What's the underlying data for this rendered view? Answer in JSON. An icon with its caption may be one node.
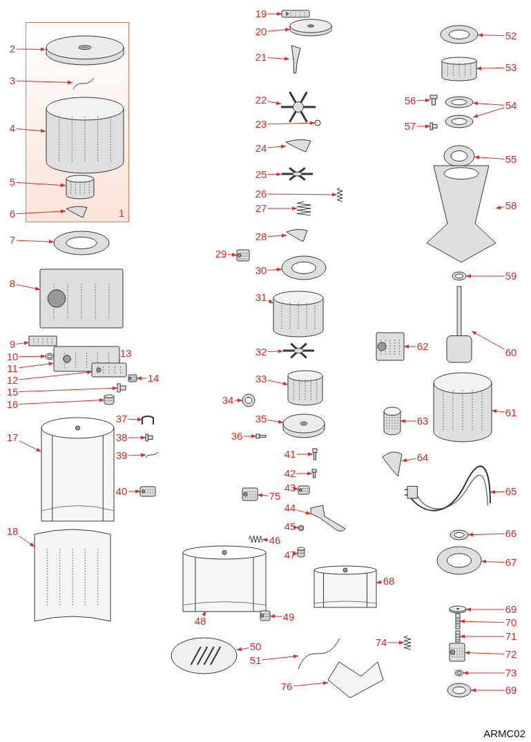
{
  "diagram": {
    "nodes": [
      {
        "text": [
          "1"
        ]
      },
      {
        "text": [
          "2"
        ]
      },
      {
        "text": [],
        "shape": "picture",
        "in": 0
      },
      {
        "text": [
          "3"
        ]
      },
      {
        "text": [],
        "shape": "picture",
        "in": 0
      },
      {
        "text": [
          "4"
        ]
      },
      {
        "text": [],
        "shape": "picture",
        "in": 0
      },
      {
        "text": [
          "5"
        ]
      },
      {
        "text": [],
        "shape": "picture",
        "in": 0
      },
      {
        "text": [
          "6"
        ]
      },
      {
        "text": [],
        "shape": "picture",
        "in": 0
      },
      {
        "text": [
          "7"
        ]
      },
      {
        "text": [],
        "shape": "picture"
      },
      {
        "text": [
          "8"
        ]
      },
      {
        "text": [],
        "shape": "picture"
      },
      {
        "text": [
          "9"
        ]
      },
      {
        "text": [],
        "shape": "picture"
      },
      {
        "text": [
          "10"
        ]
      },
      {
        "text": [],
        "shape": "picture"
      },
      {
        "text": [
          "11"
        ]
      },
      {
        "text": [],
        "shape": "picture"
      },
      {
        "text": [
          "12"
        ]
      },
      {
        "text": [],
        "shape": "picture"
      },
      {
        "text": [
          "13"
        ]
      },
      {
        "text": [
          "14"
        ]
      },
      {
        "text": [],
        "shape": "picture"
      },
      {
        "text": [
          "15"
        ]
      },
      {
        "text": [],
        "shape": "picture"
      },
      {
        "text": [
          "16"
        ]
      },
      {
        "text": [],
        "shape": "picture"
      },
      {
        "text": [
          "17"
        ]
      },
      {
        "text": [],
        "shape": "picture"
      },
      {
        "text": [
          "18"
        ]
      },
      {
        "text": [],
        "shape": "picture"
      },
      {
        "text": [
          "37"
        ]
      },
      {
        "text": [],
        "shape": "picture"
      },
      {
        "text": [
          "38"
        ]
      },
      {
        "text": [],
        "shape": "picture"
      },
      {
        "text": [
          "39"
        ]
      },
      {
        "text": [],
        "shape": "picture"
      },
      {
        "text": [
          "40"
        ]
      },
      {
        "text": [],
        "shape": "picture"
      },
      {
        "text": [
          "19"
        ]
      },
      {
        "text": [],
        "shape": "picture"
      },
      {
        "text": [
          "20"
        ]
      },
      {
        "text": [],
        "shape": "picture"
      },
      {
        "text": [
          "21"
        ]
      },
      {
        "text": [],
        "shape": "picture"
      },
      {
        "text": [
          "22"
        ]
      },
      {
        "text": [],
        "shape": "picture"
      },
      {
        "text": [
          "23"
        ]
      },
      {
        "text": [],
        "shape": "circle"
      },
      {
        "text": [
          "24"
        ]
      },
      {
        "text": [],
        "shape": "picture"
      },
      {
        "text": [
          "25"
        ]
      },
      {
        "text": [],
        "shape": "picture"
      },
      {
        "text": [
          "26"
        ]
      },
      {
        "text": [],
        "shape": "picture"
      },
      {
        "text": [
          "27"
        ]
      },
      {
        "text": [],
        "shape": "picture"
      },
      {
        "text": [
          "28"
        ]
      },
      {
        "text": [],
        "shape": "picture"
      },
      {
        "text": [
          "29"
        ]
      },
      {
        "text": [],
        "shape": "picture"
      },
      {
        "text": [
          "30"
        ]
      },
      {
        "text": [],
        "shape": "picture"
      },
      {
        "text": [
          "31"
        ]
      },
      {
        "text": [],
        "shape": "picture"
      },
      {
        "text": [
          "32"
        ]
      },
      {
        "text": [],
        "shape": "picture"
      },
      {
        "text": [
          "33"
        ]
      },
      {
        "text": [],
        "shape": "picture"
      },
      {
        "text": [
          "34"
        ]
      },
      {
        "text": [],
        "shape": "picture"
      },
      {
        "text": [
          "35"
        ]
      },
      {
        "text": [],
        "shape": "picture"
      },
      {
        "text": [
          "36"
        ]
      },
      {
        "text": [],
        "shape": "picture"
      },
      {
        "text": [
          "41"
        ]
      },
      {
        "text": [],
        "shape": "picture"
      },
      {
        "text": [
          "42"
        ]
      },
      {
        "text": [],
        "shape": "picture"
      },
      {
        "text": [
          "43"
        ]
      },
      {
        "text": [],
        "shape": "picture"
      },
      {
        "text": [
          "75"
        ]
      },
      {
        "text": [],
        "shape": "picture"
      },
      {
        "text": [
          "44"
        ]
      },
      {
        "text": [],
        "shape": "picture"
      },
      {
        "text": [
          "45"
        ]
      },
      {
        "text": [],
        "shape": "picture"
      },
      {
        "text": [
          "46"
        ]
      },
      {
        "text": [],
        "shape": "picture"
      },
      {
        "text": [
          "47"
        ]
      },
      {
        "text": [],
        "shape": "picture"
      },
      {
        "text": [
          "48"
        ]
      },
      {
        "text": [],
        "shape": "picture"
      },
      {
        "text": [
          "49"
        ]
      },
      {
        "text": [],
        "shape": "picture"
      },
      {
        "text": [
          "50"
        ]
      },
      {
        "text": [],
        "shape": "picture"
      },
      {
        "text": [
          "51"
        ]
      },
      {
        "text": [],
        "shape": "picture"
      },
      {
        "text": [
          "76"
        ]
      },
      {
        "text": [],
        "shape": "picture"
      },
      {
        "text": [
          "68"
        ]
      },
      {
        "text": [],
        "shape": "picture"
      },
      {
        "text": [
          "74"
        ]
      },
      {
        "text": [],
        "shape": "picture"
      },
      {
        "text": [
          "52"
        ]
      },
      {
        "text": [],
        "shape": "picture"
      },
      {
        "text": [
          "53"
        ]
      },
      {
        "text": [],
        "shape": "picture"
      },
      {
        "text": [
          "56"
        ]
      },
      {
        "text": [],
        "shape": "picture"
      },
      {
        "text": [
          "54"
        ]
      },
      {
        "text": [],
        "shape": "picture"
      },
      {
        "text": [],
        "shape": "picture"
      },
      {
        "text": [
          "57"
        ]
      },
      {
        "text": [],
        "shape": "picture"
      },
      {
        "text": [
          "55"
        ]
      },
      {
        "text": [],
        "shape": "picture"
      },
      {
        "text": [
          "58"
        ]
      },
      {
        "text": [],
        "shape": "picture"
      },
      {
        "text": [
          "59"
        ]
      },
      {
        "text": [],
        "shape": "picture"
      },
      {
        "text": [
          "62"
        ]
      },
      {
        "text": [],
        "shape": "picture"
      },
      {
        "text": [
          "60"
        ]
      },
      {
        "text": [],
        "shape": "picture"
      },
      {
        "text": [
          "61"
        ]
      },
      {
        "text": [],
        "shape": "picture"
      },
      {
        "text": [
          "63"
        ]
      },
      {
        "text": [],
        "shape": "picture"
      },
      {
        "text": [
          "64"
        ]
      },
      {
        "text": [],
        "shape": "picture"
      },
      {
        "text": [
          "65"
        ]
      },
      {
        "text": [],
        "shape": "picture"
      },
      {
        "text": [
          "66"
        ]
      },
      {
        "text": [],
        "shape": "picture"
      },
      {
        "text": [
          "67"
        ]
      },
      {
        "text": [],
        "shape": "picture"
      },
      {
        "text": [
          "69"
        ]
      },
      {
        "text": [],
        "shape": "picture"
      },
      {
        "text": [
          "70"
        ]
      },
      {
        "text": [],
        "shape": "picture"
      },
      {
        "text": [
          "71"
        ]
      },
      {
        "text": [],
        "shape": "picture"
      },
      {
        "text": [
          "72"
        ]
      },
      {
        "text": [],
        "shape": "picture"
      },
      {
        "text": [
          "73"
        ]
      },
      {
        "text": [],
        "shape": "picture"
      },
      {
        "text": [
          "69"
        ]
      },
      {
        "text": [],
        "shape": "picture"
      }
    ],
    "edges": [
      {
        "from": 1,
        "to": 2,
        "arrow": "to"
      },
      {
        "from": 3,
        "to": 4,
        "arrow": "to"
      },
      {
        "from": 5,
        "to": 6,
        "arrow": "to"
      },
      {
        "from": 7,
        "to": 8,
        "arrow": "to"
      },
      {
        "from": 9,
        "to": 10,
        "arrow": "to"
      },
      {
        "from": 11,
        "to": 12,
        "arrow": "to"
      },
      {
        "from": 13,
        "to": 14,
        "arrow": "to"
      },
      {
        "from": 15,
        "to": 16,
        "arrow": "to"
      },
      {
        "from": 17,
        "to": 18,
        "arrow": "to"
      },
      {
        "from": 19,
        "to": 20,
        "arrow": "to"
      },
      {
        "from": 21,
        "to": 22,
        "arrow": "to"
      },
      {
        "from": 23,
        "to": 22,
        "arrow": "to"
      },
      {
        "from": 24,
        "to": 25,
        "arrow": "to"
      },
      {
        "from": 26,
        "to": 27,
        "arrow": "to"
      },
      {
        "from": 28,
        "to": 29,
        "arrow": "to"
      },
      {
        "from": 30,
        "to": 31,
        "arrow": "to"
      },
      {
        "from": 32,
        "to": 33,
        "arrow": "to"
      },
      {
        "from": 34,
        "to": 35,
        "arrow": "to"
      },
      {
        "from": 36,
        "to": 37,
        "arrow": "to"
      },
      {
        "from": 38,
        "to": 39,
        "arrow": "to"
      },
      {
        "from": 40,
        "to": 41,
        "arrow": "to"
      },
      {
        "from": 42,
        "to": 43,
        "arrow": "to"
      },
      {
        "from": 44,
        "to": 45,
        "arrow": "to"
      },
      {
        "from": 46,
        "to": 47,
        "arrow": "to"
      },
      {
        "from": 48,
        "to": 49,
        "arrow": "to"
      },
      {
        "from": 50,
        "to": 51,
        "arrow": "to"
      },
      {
        "from": 52,
        "to": 53,
        "arrow": "to"
      },
      {
        "from": 54,
        "to": 55,
        "arrow": "to"
      },
      {
        "from": 56,
        "to": 57,
        "arrow": "to"
      },
      {
        "from": 58,
        "to": 59,
        "arrow": "to"
      },
      {
        "from": 60,
        "to": 61,
        "arrow": "to"
      },
      {
        "from": 62,
        "to": 63,
        "arrow": "to"
      },
      {
        "from": 64,
        "to": 65,
        "arrow": "to"
      },
      {
        "from": 66,
        "to": 67,
        "arrow": "to"
      },
      {
        "from": 68,
        "to": 69,
        "arrow": "to"
      },
      {
        "from": 70,
        "to": 71,
        "arrow": "to"
      },
      {
        "from": 72,
        "to": 73,
        "arrow": "to"
      },
      {
        "from": 74,
        "to": 75,
        "arrow": "to"
      },
      {
        "from": 76,
        "to": 77,
        "arrow": "to"
      },
      {
        "from": 78,
        "to": 79,
        "arrow": "to"
      },
      {
        "from": 80,
        "to": 81,
        "arrow": "to"
      },
      {
        "from": 82,
        "to": 83,
        "arrow": "to"
      },
      {
        "from": 84,
        "to": 85,
        "arrow": "to"
      },
      {
        "from": 86,
        "to": 87,
        "arrow": "to"
      },
      {
        "from": 88,
        "to": 89,
        "arrow": "to"
      },
      {
        "from": 90,
        "to": 91,
        "arrow": "to"
      },
      {
        "from": 92,
        "to": 93,
        "arrow": "to"
      },
      {
        "from": 94,
        "to": 95,
        "arrow": "to"
      },
      {
        "from": 96,
        "to": 97,
        "arrow": "to"
      },
      {
        "from": 98,
        "to": 99,
        "arrow": "to"
      },
      {
        "from": 100,
        "to": 101,
        "arrow": "to"
      },
      {
        "from": 102,
        "to": 103,
        "arrow": "to"
      },
      {
        "from": 104,
        "to": 105,
        "arrow": "to"
      },
      {
        "from": 106,
        "to": 107,
        "arrow": "to"
      },
      {
        "from": 108,
        "to": 109,
        "arrow": "to"
      },
      {
        "from": 110,
        "to": 111,
        "arrow": "to"
      },
      {
        "from": 112,
        "to": 113,
        "arrow": "to"
      },
      {
        "from": 114,
        "to": 115,
        "arrow": "to"
      },
      {
        "from": 114,
        "to": 116,
        "arrow": "to"
      },
      {
        "from": 117,
        "to": 118,
        "arrow": "to"
      },
      {
        "from": 119,
        "to": 120,
        "arrow": "to"
      },
      {
        "from": 121,
        "to": 122,
        "arrow": "to"
      },
      {
        "from": 123,
        "to": 124,
        "arrow": "to"
      },
      {
        "from": 125,
        "to": 126,
        "arrow": "to"
      },
      {
        "from": 127,
        "to": 128,
        "arrow": "to"
      },
      {
        "from": 129,
        "to": 130,
        "arrow": "to"
      },
      {
        "from": 131,
        "to": 132,
        "arrow": "to"
      },
      {
        "from": 133,
        "to": 134,
        "arrow": "to"
      },
      {
        "from": 135,
        "to": 136,
        "arrow": "to"
      },
      {
        "from": 137,
        "to": 138,
        "arrow": "to"
      },
      {
        "from": 139,
        "to": 140,
        "arrow": "to"
      },
      {
        "from": 141,
        "to": 142,
        "arrow": "to"
      },
      {
        "from": 143,
        "to": 144,
        "arrow": "to"
      },
      {
        "from": 145,
        "to": 146,
        "arrow": "to"
      },
      {
        "from": 147,
        "to": 148,
        "arrow": "to"
      },
      {
        "from": 149,
        "to": 150,
        "arrow": "to"
      },
      {
        "from": 151,
        "to": 152,
        "arrow": "to"
      }
    ],
    "labels": [
      "ARMC02"
    ]
  }
}
